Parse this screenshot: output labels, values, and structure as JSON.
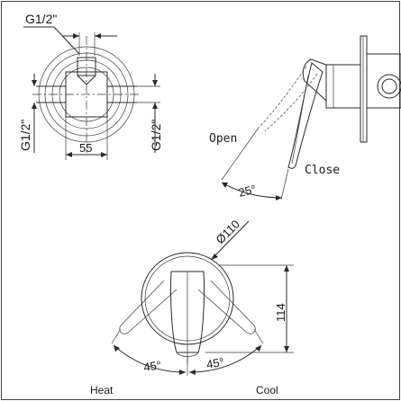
{
  "thread_top": "G1/2\"",
  "thread_left": "G1/2\"",
  "thread_right": "G1/2\"",
  "width_dim": "55",
  "open_label": "Open",
  "close_label": "Close",
  "swing_angle": "25°",
  "diameter_label": "Ø110",
  "height_dim": "114",
  "angle_left": "45°",
  "angle_right": "45°",
  "heat_label": "Heat",
  "cool_label": "Cool",
  "colors": {
    "ink": "#2a2a2a",
    "background": "#ffffff",
    "frame": "#444444"
  }
}
